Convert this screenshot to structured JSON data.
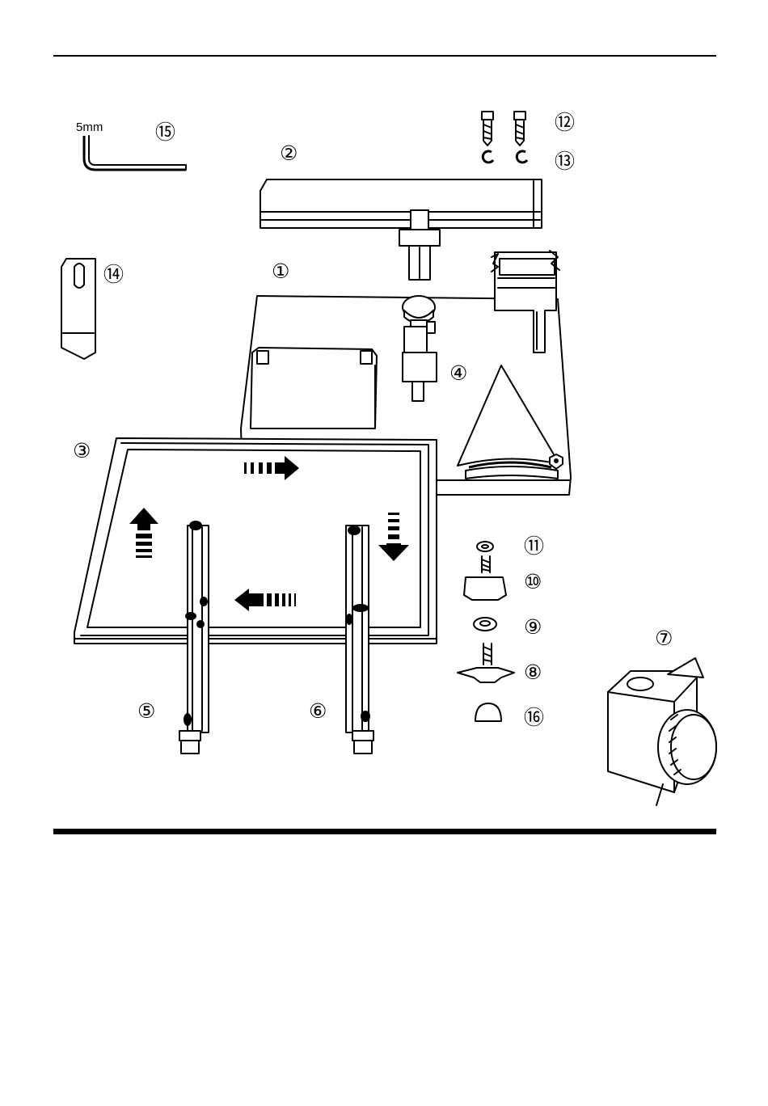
{
  "hex_key": {
    "size_label": "5mm"
  },
  "callouts": [
    "⑮",
    "②",
    "⑫",
    "⑬",
    "⑭",
    "①",
    "④",
    "③",
    "⑪",
    "⑩",
    "⑨",
    "⑧",
    "⑦",
    "⑤",
    "⑥",
    "⑯"
  ],
  "colors": {
    "ink": "#000000",
    "paper": "#ffffff"
  }
}
